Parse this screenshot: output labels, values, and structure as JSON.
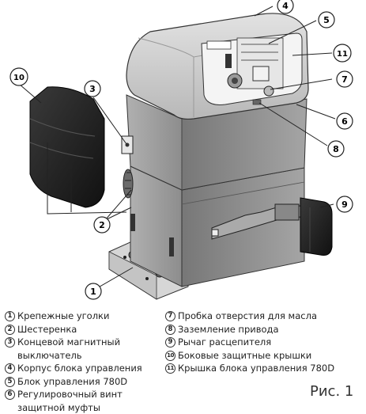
{
  "callouts": [
    {
      "n": "1"
    },
    {
      "n": "2"
    },
    {
      "n": "3"
    },
    {
      "n": "4"
    },
    {
      "n": "5"
    },
    {
      "n": "6"
    },
    {
      "n": "7"
    },
    {
      "n": "8"
    },
    {
      "n": "9"
    },
    {
      "n": "10"
    },
    {
      "n": "11"
    }
  ],
  "legend_left": [
    {
      "n": "1",
      "text": "Крепежные уголки"
    },
    {
      "n": "2",
      "text": "Шестеренка"
    },
    {
      "n": "3",
      "text": "Концевой магнитный выключатель"
    },
    {
      "n": "4",
      "text": "Корпус блока управления"
    },
    {
      "n": "5",
      "text": "Блок управления 780D"
    },
    {
      "n": "6",
      "text": "Регулировочный винт защитной муфты"
    }
  ],
  "legend_right": [
    {
      "n": "7",
      "text": "Пробка отверстия для масла"
    },
    {
      "n": "8",
      "text": "Заземление привода"
    },
    {
      "n": "9",
      "text": "Рычаг расцепителя"
    },
    {
      "n": "10",
      "text": "Боковые защитные крышки"
    },
    {
      "n": "11",
      "text": "Крышка блока управления 780D"
    }
  ],
  "figure_label": "Рис. 1",
  "colors": {
    "body": "#9a9a9a",
    "cover": "#c9c9c9",
    "dark": "#1e1e1e",
    "line": "#222222"
  }
}
